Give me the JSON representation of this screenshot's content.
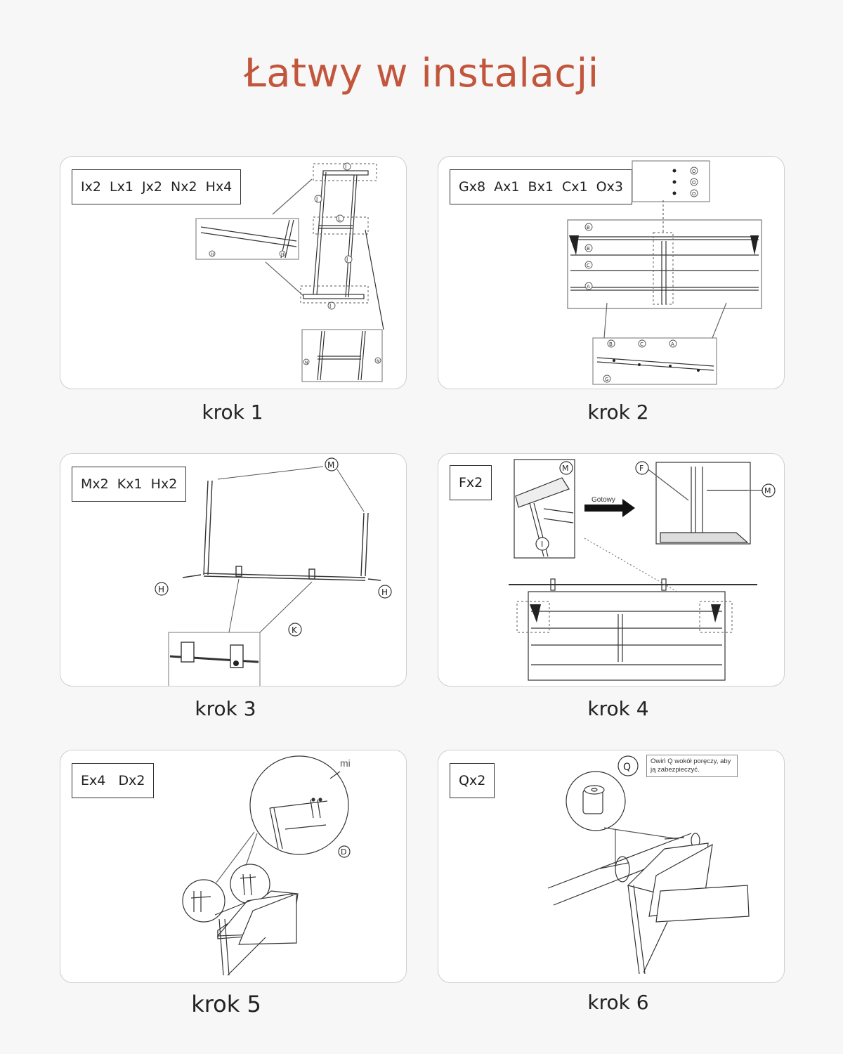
{
  "title": "Łatwy w instalacji",
  "steps": [
    {
      "label": "krok 1",
      "parts": "Ix2  Lx1  Jx2  Nx2  Hx4"
    },
    {
      "label": "krok 2",
      "parts": "Gx8  Ax1  Bx1  Cx1  Ox3"
    },
    {
      "label": "krok 3",
      "parts": "Mx2  Kx1  Hx2"
    },
    {
      "label": "krok 4",
      "parts": "Fx2",
      "arrow_label": "Gotowy"
    },
    {
      "label": "krok 5",
      "parts": "Ex4   Dx2",
      "callout": "mi"
    },
    {
      "label": "krok 6",
      "parts": "Qx2",
      "note": "Owiń Q wokół poręczy, aby ją zabezpieczyć."
    }
  ],
  "callout_letters": {
    "step1": [
      "I",
      "L",
      "J",
      "N",
      "H"
    ],
    "step2": [
      "B",
      "C",
      "A",
      "G",
      "O"
    ],
    "step3": [
      "M",
      "H",
      "K"
    ],
    "step4": [
      "F",
      "M",
      "I"
    ],
    "step5": [
      "D"
    ],
    "step6": [
      "Q"
    ]
  }
}
